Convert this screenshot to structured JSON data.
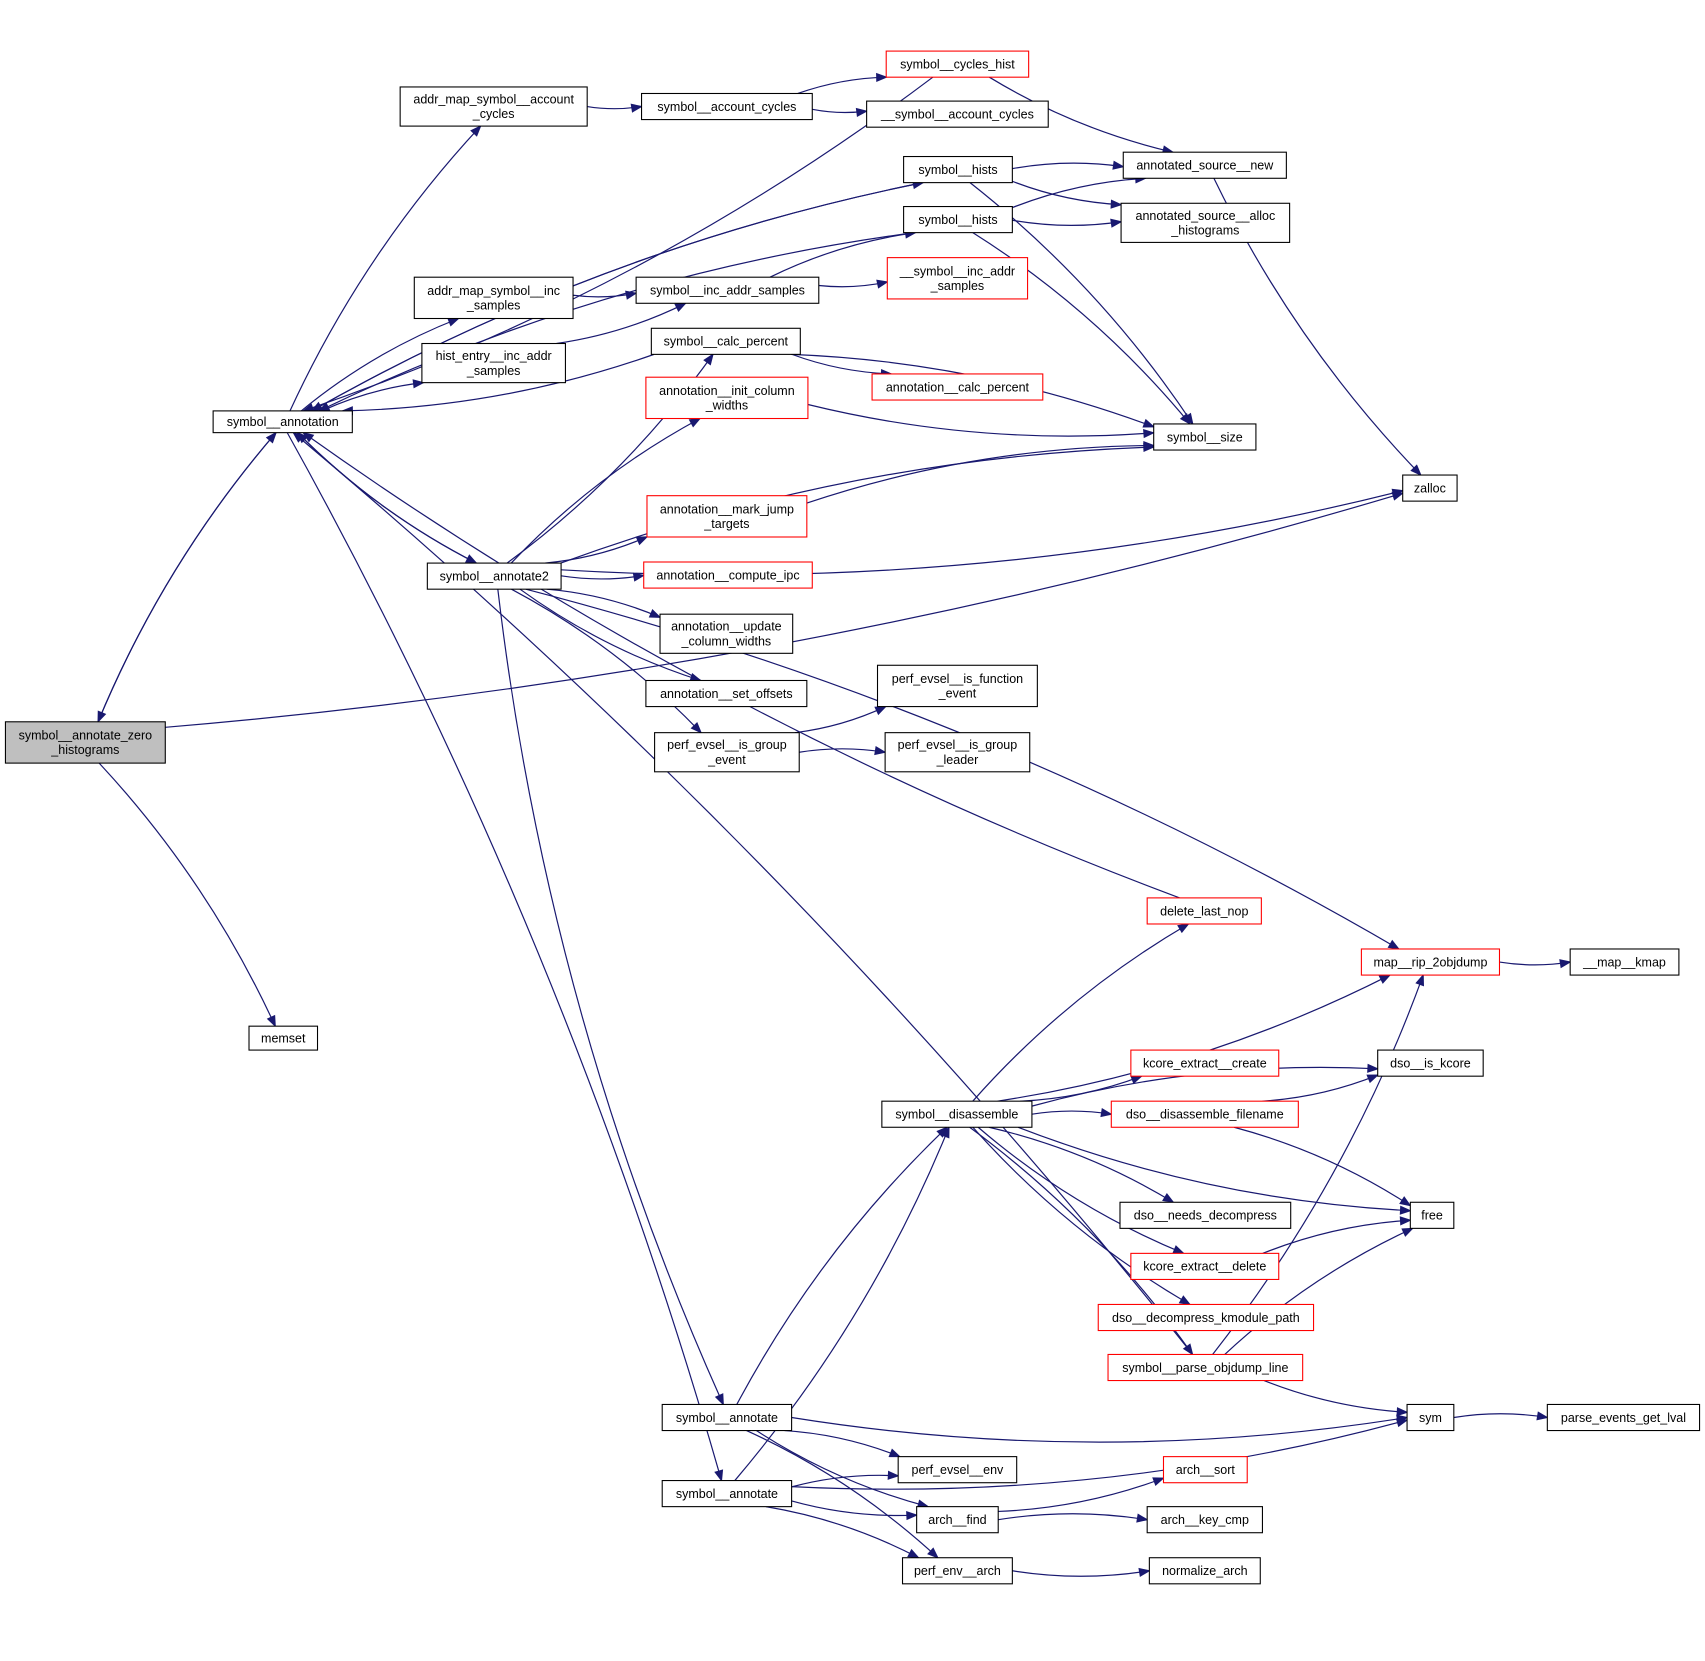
{
  "graph": {
    "type": "call-graph",
    "colors": {
      "edge": "#191970",
      "node_border": "#000000",
      "node_border_undocumented": "#ff0000",
      "focus_fill": "#bfbfbf",
      "node_fill": "#ffffff"
    },
    "focus_node": "symbol__annotate_zero_histograms",
    "nodes": [
      {
        "id": "zero_hist",
        "label": [
          "symbol__annotate_zero",
          "_histograms"
        ],
        "style": "focus"
      },
      {
        "id": "annotation",
        "label": [
          "symbol__annotation"
        ],
        "style": "normal"
      },
      {
        "id": "memset",
        "label": [
          "memset"
        ],
        "style": "normal"
      },
      {
        "id": "am_acc_cycles",
        "label": [
          "addr_map_symbol__account",
          "_cycles"
        ],
        "style": "normal"
      },
      {
        "id": "acc_cycles",
        "label": [
          "symbol__account_cycles"
        ],
        "style": "normal"
      },
      {
        "id": "cycles_hist",
        "label": [
          "symbol__cycles_hist"
        ],
        "style": "red"
      },
      {
        "id": "__acc_cycles",
        "label": [
          "__symbol__account_cycles"
        ],
        "style": "normal"
      },
      {
        "id": "hists1",
        "label": [
          "symbol__hists"
        ],
        "style": "normal"
      },
      {
        "id": "hists2",
        "label": [
          "symbol__hists"
        ],
        "style": "normal"
      },
      {
        "id": "as_new",
        "label": [
          "annotated_source__new"
        ],
        "style": "normal"
      },
      {
        "id": "as_alloc",
        "label": [
          "annotated_source__alloc",
          "_histograms"
        ],
        "style": "normal"
      },
      {
        "id": "am_inc",
        "label": [
          "addr_map_symbol__inc",
          "_samples"
        ],
        "style": "normal"
      },
      {
        "id": "he_inc",
        "label": [
          "hist_entry__inc_addr",
          "_samples"
        ],
        "style": "normal"
      },
      {
        "id": "inc_addr",
        "label": [
          "symbol__inc_addr_samples"
        ],
        "style": "normal"
      },
      {
        "id": "__inc_addr",
        "label": [
          "__symbol__inc_addr",
          "_samples"
        ],
        "style": "red"
      },
      {
        "id": "calc_pct",
        "label": [
          "symbol__calc_percent"
        ],
        "style": "normal"
      },
      {
        "id": "ann_calc_pct",
        "label": [
          "annotation__calc_percent"
        ],
        "style": "red"
      },
      {
        "id": "init_col",
        "label": [
          "annotation__init_column",
          "_widths"
        ],
        "style": "red"
      },
      {
        "id": "sym_size",
        "label": [
          "symbol__size"
        ],
        "style": "normal"
      },
      {
        "id": "zalloc",
        "label": [
          "zalloc"
        ],
        "style": "normal"
      },
      {
        "id": "mark_jump",
        "label": [
          "annotation__mark_jump",
          "_targets"
        ],
        "style": "red"
      },
      {
        "id": "annotate2",
        "label": [
          "symbol__annotate2"
        ],
        "style": "normal"
      },
      {
        "id": "compute_ipc",
        "label": [
          "annotation__compute_ipc"
        ],
        "style": "red"
      },
      {
        "id": "update_col",
        "label": [
          "annotation__update",
          "_column_widths"
        ],
        "style": "normal"
      },
      {
        "id": "set_offsets",
        "label": [
          "annotation__set_offsets"
        ],
        "style": "normal"
      },
      {
        "id": "is_func_ev",
        "label": [
          "perf_evsel__is_function",
          "_event"
        ],
        "style": "normal"
      },
      {
        "id": "is_group_ev",
        "label": [
          "perf_evsel__is_group",
          "_event"
        ],
        "style": "normal"
      },
      {
        "id": "is_group_lead",
        "label": [
          "perf_evsel__is_group",
          "_leader"
        ],
        "style": "normal"
      },
      {
        "id": "delete_nop",
        "label": [
          "delete_last_nop"
        ],
        "style": "red"
      },
      {
        "id": "map_rip",
        "label": [
          "map__rip_2objdump"
        ],
        "style": "red"
      },
      {
        "id": "map_kmap",
        "label": [
          "__map__kmap"
        ],
        "style": "normal"
      },
      {
        "id": "kcore_create",
        "label": [
          "kcore_extract__create"
        ],
        "style": "red"
      },
      {
        "id": "dso_is_kcore",
        "label": [
          "dso__is_kcore"
        ],
        "style": "normal"
      },
      {
        "id": "disassemble",
        "label": [
          "symbol__disassemble"
        ],
        "style": "normal"
      },
      {
        "id": "dso_dis_fn",
        "label": [
          "dso__disassemble_filename"
        ],
        "style": "red"
      },
      {
        "id": "dso_needs",
        "label": [
          "dso__needs_decompress"
        ],
        "style": "normal"
      },
      {
        "id": "free",
        "label": [
          "free"
        ],
        "style": "normal"
      },
      {
        "id": "kcore_delete",
        "label": [
          "kcore_extract__delete"
        ],
        "style": "red"
      },
      {
        "id": "dso_decomp",
        "label": [
          "dso__decompress_kmodule_path"
        ],
        "style": "red"
      },
      {
        "id": "parse_objdump",
        "label": [
          "symbol__parse_objdump_line"
        ],
        "style": "red"
      },
      {
        "id": "annotate_a",
        "label": [
          "symbol__annotate"
        ],
        "style": "normal"
      },
      {
        "id": "annotate_b",
        "label": [
          "symbol__annotate"
        ],
        "style": "normal"
      },
      {
        "id": "sym",
        "label": [
          "sym"
        ],
        "style": "normal"
      },
      {
        "id": "parse_lval",
        "label": [
          "parse_events_get_lval"
        ],
        "style": "normal"
      },
      {
        "id": "evsel_env",
        "label": [
          "perf_evsel__env"
        ],
        "style": "normal"
      },
      {
        "id": "arch_sort",
        "label": [
          "arch__sort"
        ],
        "style": "red"
      },
      {
        "id": "arch_find",
        "label": [
          "arch__find"
        ],
        "style": "normal"
      },
      {
        "id": "arch_key",
        "label": [
          "arch__key_cmp"
        ],
        "style": "normal"
      },
      {
        "id": "env_arch",
        "label": [
          "perf_env__arch"
        ],
        "style": "normal"
      },
      {
        "id": "norm_arch",
        "label": [
          "normalize_arch"
        ],
        "style": "normal"
      }
    ],
    "edges": [
      [
        "zero_hist",
        "annotation"
      ],
      [
        "annotation",
        "zero_hist"
      ],
      [
        "zero_hist",
        "memset"
      ],
      [
        "zero_hist",
        "zalloc"
      ],
      [
        "annotation",
        "am_acc_cycles"
      ],
      [
        "am_acc_cycles",
        "acc_cycles"
      ],
      [
        "acc_cycles",
        "cycles_hist"
      ],
      [
        "acc_cycles",
        "__acc_cycles"
      ],
      [
        "cycles_hist",
        "annotation"
      ],
      [
        "cycles_hist",
        "as_new"
      ],
      [
        "annotation",
        "hists1"
      ],
      [
        "hists1",
        "annotation"
      ],
      [
        "hists1",
        "as_new"
      ],
      [
        "hists1",
        "as_alloc"
      ],
      [
        "hists1",
        "sym_size"
      ],
      [
        "hists2",
        "annotation"
      ],
      [
        "hists2",
        "as_new"
      ],
      [
        "hists2",
        "as_alloc"
      ],
      [
        "hists2",
        "sym_size"
      ],
      [
        "as_new",
        "zalloc"
      ],
      [
        "annotation",
        "am_inc"
      ],
      [
        "am_inc",
        "inc_addr"
      ],
      [
        "annotation",
        "he_inc"
      ],
      [
        "he_inc",
        "inc_addr"
      ],
      [
        "inc_addr",
        "hists2"
      ],
      [
        "inc_addr",
        "__inc_addr"
      ],
      [
        "calc_pct",
        "annotation"
      ],
      [
        "calc_pct",
        "ann_calc_pct"
      ],
      [
        "calc_pct",
        "sym_size"
      ],
      [
        "annotation",
        "annotate2"
      ],
      [
        "annotate2",
        "annotation"
      ],
      [
        "annotate2",
        "calc_pct"
      ],
      [
        "annotate2",
        "init_col"
      ],
      [
        "init_col",
        "sym_size"
      ],
      [
        "annotate2",
        "sym_size"
      ],
      [
        "annotate2",
        "mark_jump"
      ],
      [
        "mark_jump",
        "sym_size"
      ],
      [
        "annotate2",
        "compute_ipc"
      ],
      [
        "annotate2",
        "update_col"
      ],
      [
        "annotate2",
        "set_offsets"
      ],
      [
        "annotate2",
        "is_group_ev"
      ],
      [
        "is_group_ev",
        "is_func_ev"
      ],
      [
        "is_group_ev",
        "is_group_lead"
      ],
      [
        "annotate2",
        "zalloc"
      ],
      [
        "annotate2",
        "map_rip"
      ],
      [
        "annotate2",
        "annotate_a"
      ],
      [
        "delete_nop",
        "annotation"
      ],
      [
        "parse_objdump",
        "annotation"
      ],
      [
        "annotation",
        "annotate_b"
      ],
      [
        "map_rip",
        "map_kmap"
      ],
      [
        "disassemble",
        "delete_nop"
      ],
      [
        "disassemble",
        "map_rip"
      ],
      [
        "disassemble",
        "dso_is_kcore"
      ],
      [
        "disassemble",
        "kcore_create"
      ],
      [
        "disassemble",
        "dso_dis_fn"
      ],
      [
        "dso_dis_fn",
        "dso_is_kcore"
      ],
      [
        "dso_dis_fn",
        "free"
      ],
      [
        "disassemble",
        "free"
      ],
      [
        "disassemble",
        "dso_needs"
      ],
      [
        "disassemble",
        "kcore_delete"
      ],
      [
        "kcore_delete",
        "free"
      ],
      [
        "disassemble",
        "dso_decomp"
      ],
      [
        "disassemble",
        "parse_objdump"
      ],
      [
        "parse_objdump",
        "map_rip"
      ],
      [
        "parse_objdump",
        "free"
      ],
      [
        "parse_objdump",
        "sym"
      ],
      [
        "annotate_a",
        "disassemble"
      ],
      [
        "annotate_a",
        "sym"
      ],
      [
        "annotate_a",
        "evsel_env"
      ],
      [
        "annotate_a",
        "arch_find"
      ],
      [
        "annotate_a",
        "env_arch"
      ],
      [
        "annotate_b",
        "disassemble"
      ],
      [
        "annotate_b",
        "evsel_env"
      ],
      [
        "annotate_b",
        "arch_find"
      ],
      [
        "annotate_b",
        "env_arch"
      ],
      [
        "annotate_b",
        "sym"
      ],
      [
        "sym",
        "parse_lval"
      ],
      [
        "arch_find",
        "arch_sort"
      ],
      [
        "arch_find",
        "arch_key"
      ],
      [
        "env_arch",
        "norm_arch"
      ]
    ]
  }
}
